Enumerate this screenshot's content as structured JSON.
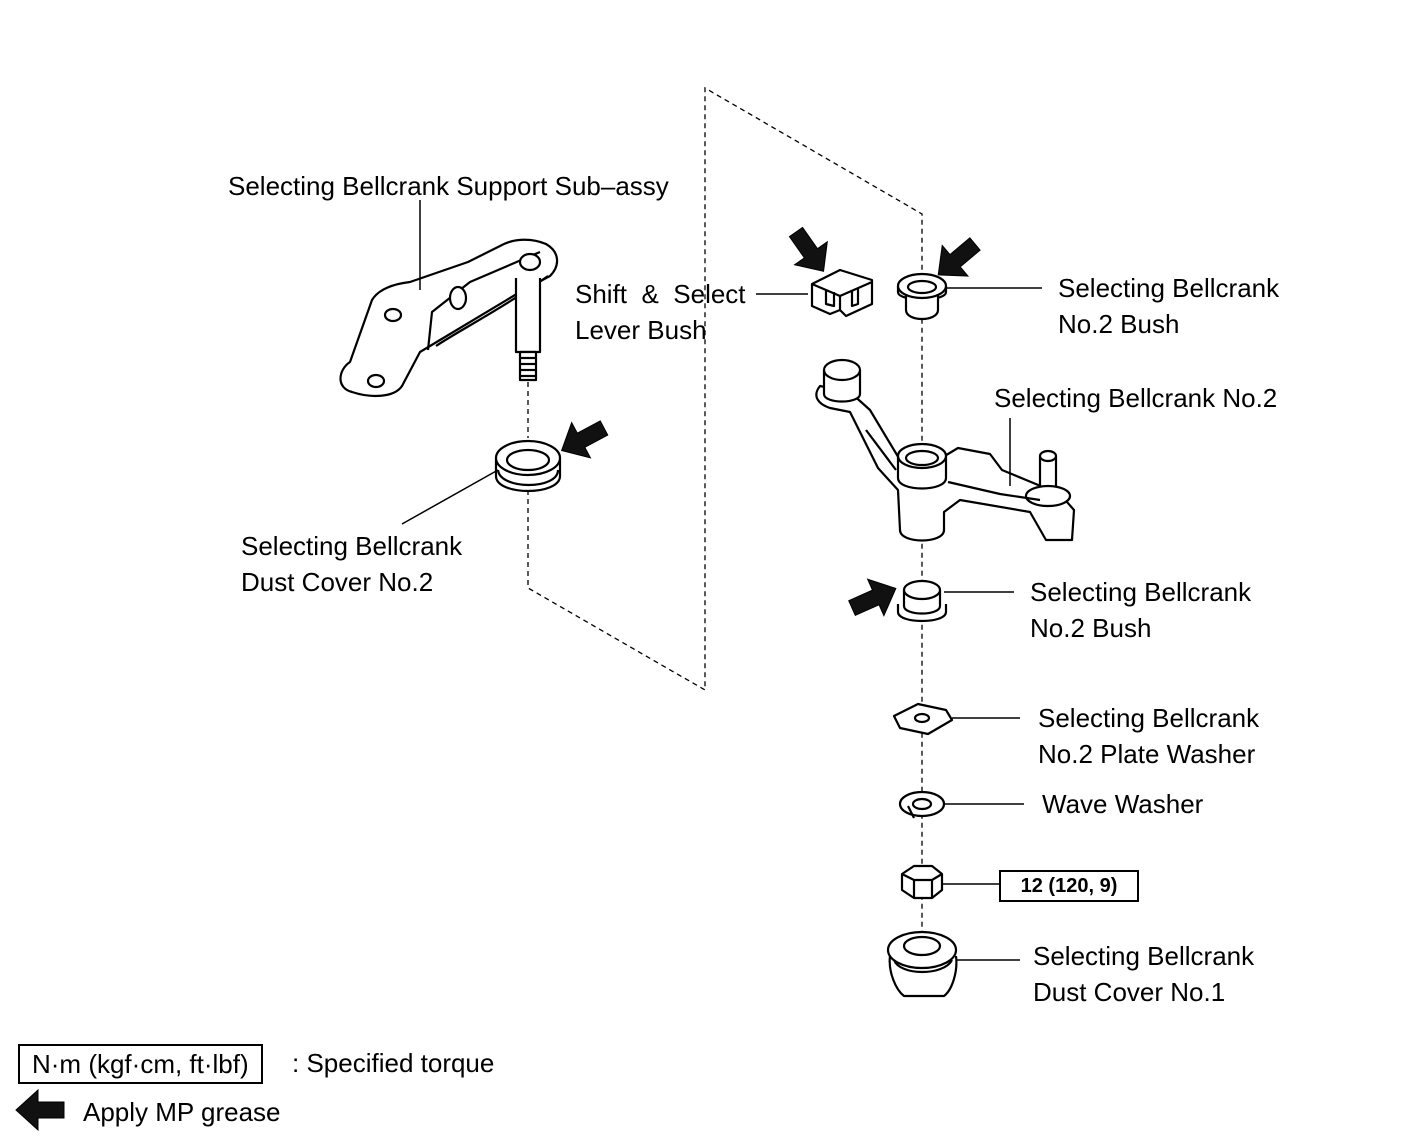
{
  "labels": {
    "support_subassy": "Selecting Bellcrank Support Sub–assy",
    "lever_bush_line1": "Shift  &  Select",
    "lever_bush_line2": "Lever Bush",
    "bush_top_line1": "Selecting Bellcrank",
    "bush_top_line2": "No.2 Bush",
    "bellcrank_no2": "Selecting Bellcrank No.2",
    "dust_cover2_line1": "Selecting Bellcrank",
    "dust_cover2_line2": "Dust Cover No.2",
    "bush_bottom_line1": "Selecting Bellcrank",
    "bush_bottom_line2": "No.2 Bush",
    "plate_washer_line1": "Selecting Bellcrank",
    "plate_washer_line2": "No.2 Plate Washer",
    "wave_washer": "Wave Washer",
    "dust_cover1_line1": "Selecting Bellcrank",
    "dust_cover1_line2": "Dust Cover No.1"
  },
  "torque": {
    "nut_value": "12 (120, 9)"
  },
  "legend": {
    "torque_unit": "N·m (kgf·cm, ft·lbf)",
    "torque_desc": ": Specified torque",
    "grease_desc": "Apply MP grease"
  }
}
